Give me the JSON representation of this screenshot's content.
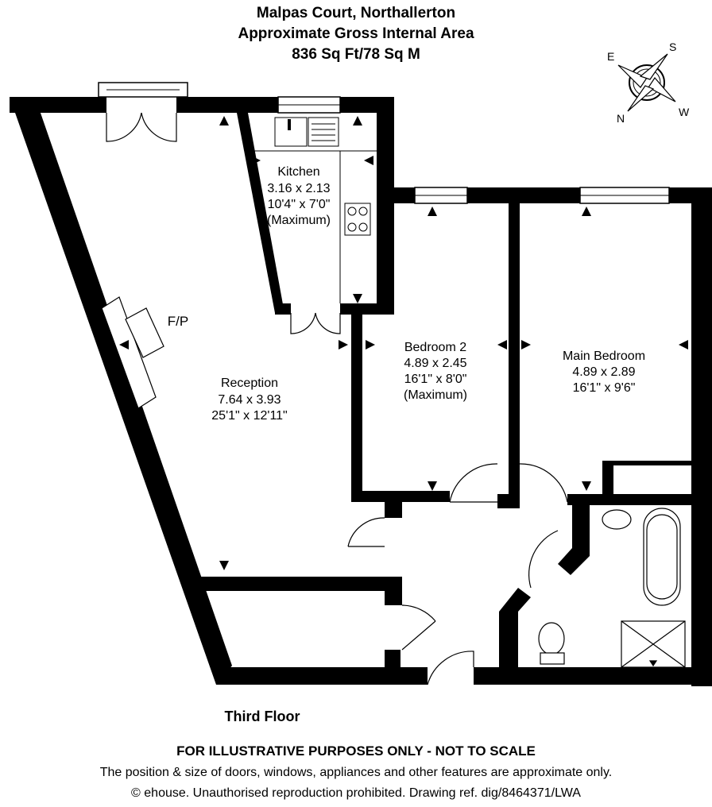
{
  "header": {
    "title": "Malpas Court, Northallerton",
    "subtitle": "Approximate Gross Internal Area",
    "area": "836 Sq Ft/78 Sq M"
  },
  "compass": {
    "n": "N",
    "s": "S",
    "e": "E",
    "w": "W"
  },
  "rooms": {
    "kitchen": {
      "name": "Kitchen",
      "metric": "3.16 x 2.13",
      "imperial": "10'4\" x 7'0\"",
      "note": "(Maximum)"
    },
    "bedroom2": {
      "name": "Bedroom 2",
      "metric": "4.89 x 2.45",
      "imperial": "16'1\" x 8'0\"",
      "note": "(Maximum)"
    },
    "main_bedroom": {
      "name": "Main Bedroom",
      "metric": "4.89 x 2.89",
      "imperial": "16'1\" x 9'6\""
    },
    "reception": {
      "name": "Reception",
      "metric": "7.64 x 3.93",
      "imperial": "25'1\" x 12'11\""
    },
    "fireplace": "F/P"
  },
  "floor_name": "Third Floor",
  "footer": {
    "disclaimer": "FOR ILLUSTRATIVE PURPOSES ONLY - NOT TO SCALE",
    "note": "The position & size of doors, windows, appliances and other features are approximate only.",
    "copyright": "© ehouse. Unauthorised reproduction prohibited. Drawing ref. dig/8464371/LWA"
  }
}
